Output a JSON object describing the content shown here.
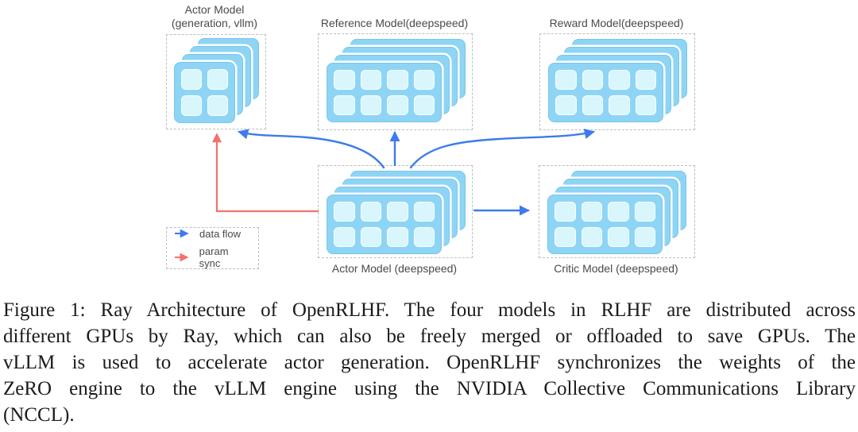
{
  "diagram": {
    "models": {
      "actor_vllm": {
        "label_line1": "Actor Model",
        "label_line2": "(generation, vllm)",
        "gpu_layers": 4,
        "gpu_grid": "2x2"
      },
      "reference": {
        "label": "Reference Model(deepspeed)",
        "gpu_layers": 4,
        "gpu_grid": "4x2"
      },
      "reward": {
        "label": "Reward Model(deepspeed)",
        "gpu_layers": 4,
        "gpu_grid": "4x2"
      },
      "actor": {
        "label": "Actor Model (deepspeed)",
        "gpu_layers": 4,
        "gpu_grid": "4x2"
      },
      "critic": {
        "label": "Critic Model (deepspeed)",
        "gpu_layers": 4,
        "gpu_grid": "4x2"
      }
    },
    "arrows": {
      "data_flow_targets": [
        "actor_vllm",
        "reference",
        "reward",
        "critic"
      ],
      "param_sync_targets": [
        "actor_vllm"
      ]
    },
    "legend": {
      "data_flow": "data flow",
      "param_sync": "param sync"
    },
    "colors": {
      "data_flow_arrow": "#3d7bed",
      "param_sync_arrow": "#f4716c",
      "gpu_card": "#8ed5f5",
      "gpu_cell": "#d8f6fc",
      "dashed_border": "#bdbdbd",
      "label_text": "#4a4a4a"
    }
  },
  "caption": {
    "lines": [
      "Figure 1: Ray Architecture of OpenRLHF. The four models in RLHF are distributed across",
      "different GPUs by Ray, which can also be freely merged or offloaded to save GPUs. The",
      "vLLM is used to accelerate actor generation. OpenRLHF synchronizes the weights of the",
      "ZeRO engine to the vLLM engine using the NVIDIA Collective Communications Library",
      "(NCCL)."
    ]
  }
}
